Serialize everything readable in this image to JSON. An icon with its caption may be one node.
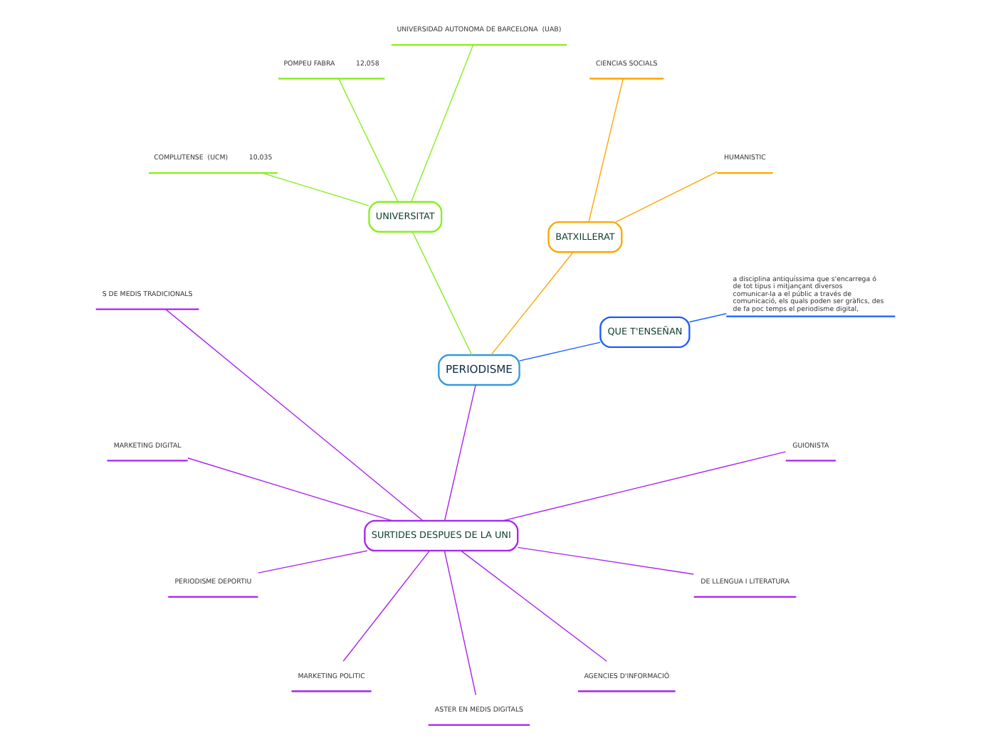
{
  "diagram": {
    "nodes": [
      {
        "text": [
          "PERIODISME"
        ]
      },
      {
        "text": [
          "QUE T'ENSEÑAN"
        ]
      },
      {
        "text": [
          "a disciplina antiquíssima que s'encarrega ó de tot tipus i mitjançant diversos comunicar-la a el públic a través de comunicació, els quals poden ser gràfics, des de fa poc temps el periodisme digital,"
        ]
      },
      {
        "text": [
          "BATXILLERAT"
        ]
      },
      {
        "text": [
          "HUMANISTIC"
        ]
      },
      {
        "text": [
          "CIENCIAS SOCIALS"
        ]
      },
      {
        "text": [
          "UNIVERSITAT"
        ]
      },
      {
        "text": [
          "UNIVERSIDAD AUTONOMA DE BARCELONA  (UAB)"
        ]
      },
      {
        "text": [
          "POMPEU FABRA",
          "12,058"
        ]
      },
      {
        "text": [
          "COMPLUTENSE  (UCM)",
          "10,035"
        ]
      },
      {
        "text": [
          "SURTIDES DESPUES DE LA UNI"
        ]
      },
      {
        "text": [
          "S DE MEDIS TRADICIONALS"
        ]
      },
      {
        "text": [
          "MARKETING DIGITAL"
        ]
      },
      {
        "text": [
          "PERIODISME DEPORTIU"
        ]
      },
      {
        "text": [
          "MARKETING POLITIC"
        ]
      },
      {
        "text": [
          "ASTER EN MEDIS DIGITALS"
        ]
      },
      {
        "text": [
          "AGENCIES D'INFORMACIÓ"
        ]
      },
      {
        "text": [
          "DE LLENGUA I LITERATURA"
        ]
      },
      {
        "text": [
          "GUIONISTA"
        ]
      }
    ],
    "edges": [
      {
        "from": 0,
        "to": 1,
        "arrow": "none",
        "color": "#1a5cff"
      },
      {
        "from": 1,
        "to": 2,
        "arrow": "none",
        "color": "#1a5cff"
      },
      {
        "from": 0,
        "to": 3,
        "arrow": "none",
        "color": "#ffa500"
      },
      {
        "from": 3,
        "to": 4,
        "arrow": "none",
        "color": "#ffa500"
      },
      {
        "from": 3,
        "to": 5,
        "arrow": "none",
        "color": "#ffa500"
      },
      {
        "from": 0,
        "to": 6,
        "arrow": "none",
        "color": "#88ee22"
      },
      {
        "from": 6,
        "to": 7,
        "arrow": "none",
        "color": "#88ee22"
      },
      {
        "from": 6,
        "to": 8,
        "arrow": "none",
        "color": "#88ee22"
      },
      {
        "from": 6,
        "to": 9,
        "arrow": "none",
        "color": "#88ee22"
      },
      {
        "from": 0,
        "to": 10,
        "arrow": "none"
      },
      {
        "from": 10,
        "to": 11,
        "arrow": "none"
      },
      {
        "from": 10,
        "to": 12,
        "arrow": "none"
      },
      {
        "from": 10,
        "to": 13,
        "arrow": "none"
      },
      {
        "from": 10,
        "to": 14,
        "arrow": "none"
      },
      {
        "from": 10,
        "to": 15,
        "arrow": "none"
      },
      {
        "from": 10,
        "to": 16,
        "arrow": "none"
      },
      {
        "from": 10,
        "to": 17,
        "arrow": "none"
      },
      {
        "from": 10,
        "to": 18,
        "arrow": "none"
      }
    ]
  }
}
